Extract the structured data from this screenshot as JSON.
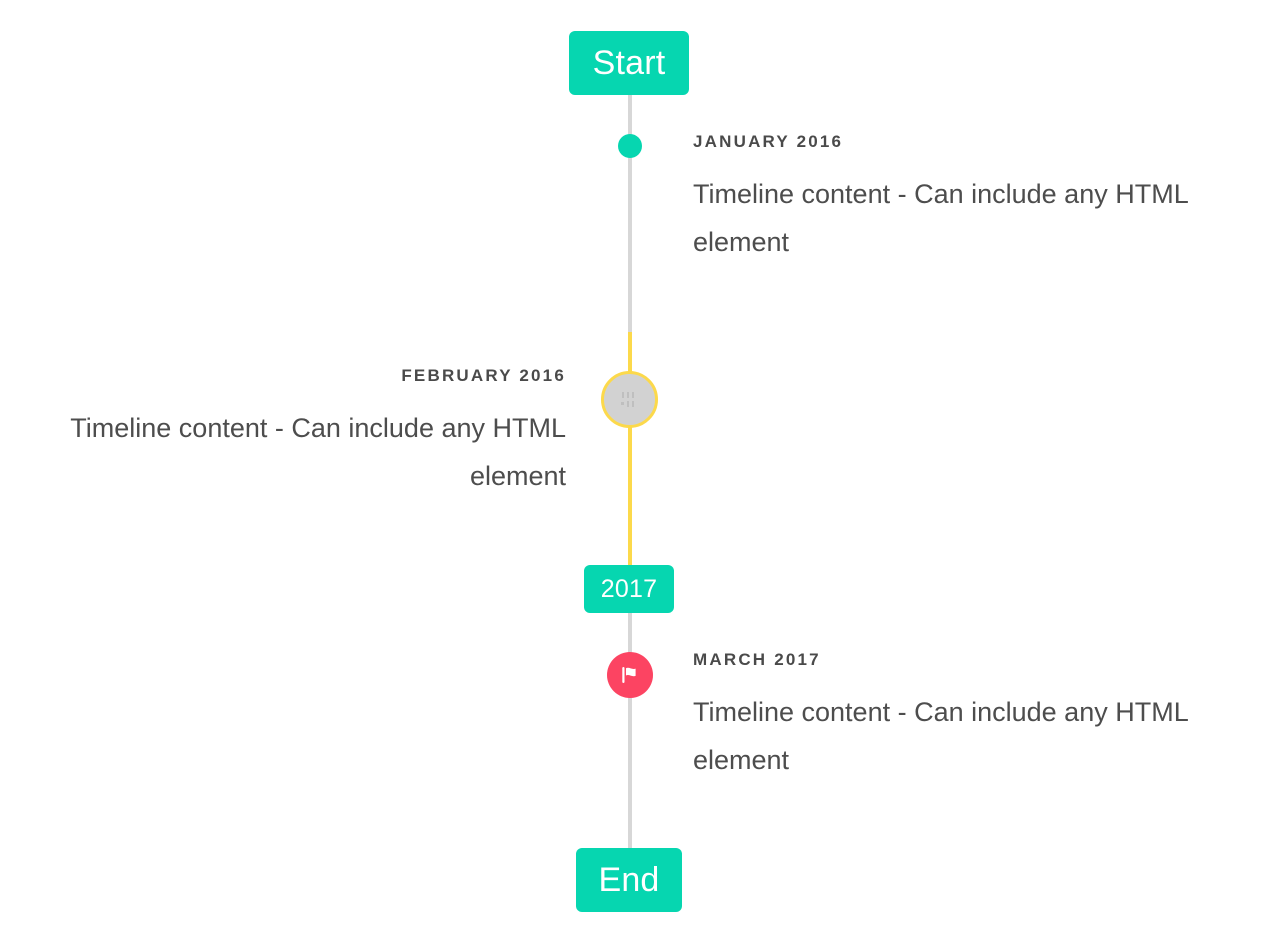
{
  "timeline": {
    "start_badge": {
      "label": "Start"
    },
    "year_badge": {
      "label": "2017"
    },
    "end_badge": {
      "label": "End"
    },
    "entries": [
      {
        "date": "JANUARY 2016",
        "body": "Timeline content - Can include any HTML element",
        "side": "right",
        "marker": "dot-marker",
        "marker_color": "#06d6b0"
      },
      {
        "date": "FEBRUARY 2016",
        "body": "Timeline content - Can include any HTML element",
        "side": "left",
        "marker": "broken-image-marker",
        "marker_color": "#d2d2d2",
        "marker_ring_color": "#fcd94b"
      },
      {
        "date": "MARCH 2017",
        "body": "Timeline content - Can include any HTML element",
        "side": "right",
        "marker": "flag-marker",
        "marker_color": "#fc4462"
      }
    ],
    "colors": {
      "accent_teal": "#06d6b0",
      "rail_gray": "#d7d7d7",
      "rail_highlight_yellow": "#fcd94b",
      "flag_pink": "#fc4462",
      "text_dark": "#4a4a4a",
      "background": "#ffffff"
    }
  }
}
